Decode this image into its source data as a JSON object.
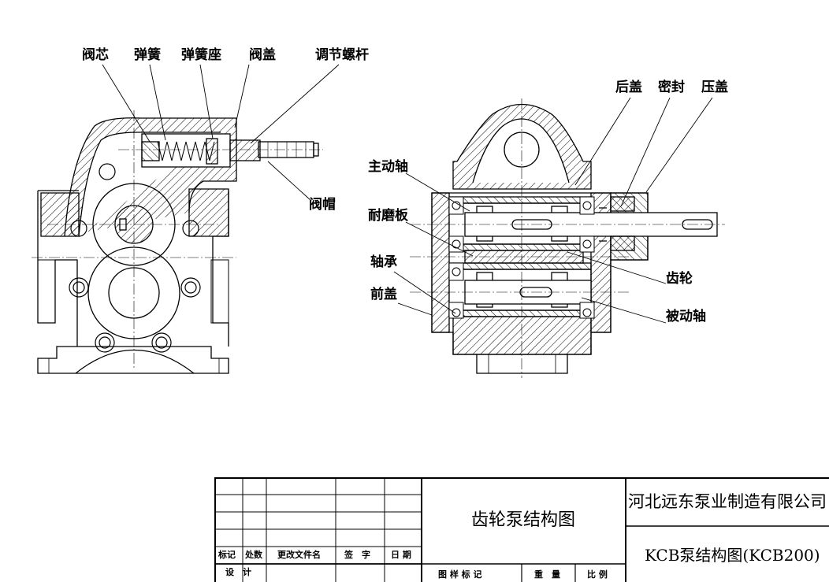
{
  "labels": {
    "valve_core": "阀芯",
    "spring": "弹簧",
    "spring_seat": "弹簧座",
    "valve_cover": "阀盖",
    "adjust_screw": "调节螺杆",
    "valve_cap": "阀帽",
    "rear_cover": "后盖",
    "seal": "密封",
    "gland": "压盖",
    "drive_shaft": "主动轴",
    "wear_plate": "耐磨板",
    "bearing": "轴承",
    "front_cover": "前盖",
    "gear": "齿轮",
    "driven_shaft": "被动轴"
  },
  "title_block": {
    "drawing_title": "齿轮泵结构图",
    "company": "河北远东泵业制造有限公司",
    "drawing_number": "KCB泵结构图(KCB200)",
    "col_mark": "标记",
    "col_count": "处数",
    "col_change_doc": "更改文件名",
    "col_signature": "签　字",
    "col_date": "日 期",
    "row_design": "设　计",
    "col_pattern_mark": "图 样 标 记",
    "col_weight": "重　量",
    "col_scale": "比 例"
  }
}
